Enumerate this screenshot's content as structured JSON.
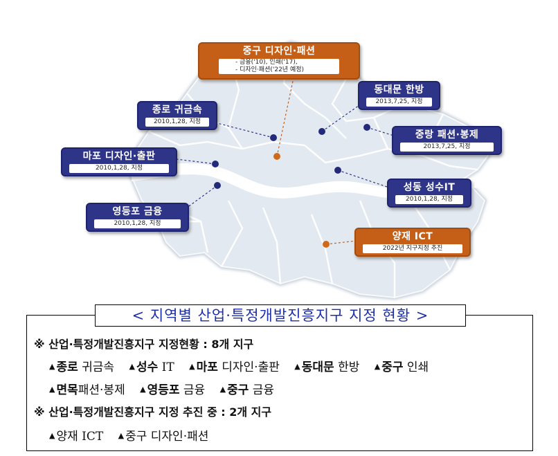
{
  "map_labels": [
    {
      "id": "junggu-design",
      "name": "중구 디자인·패션",
      "sub": [
        "- 금융('10), 인쇄('17),",
        "- 디자인·패션('22년 예정)"
      ],
      "color": "orange"
    },
    {
      "id": "jongno",
      "name": "종로 귀금속",
      "sub": [
        "2010,1,28, 지정"
      ],
      "color": "blue"
    },
    {
      "id": "dongdaemun",
      "name": "동대문 한방",
      "sub": [
        "2013,7,25, 지정"
      ],
      "color": "blue"
    },
    {
      "id": "jungnang",
      "name": "중랑 패션·봉제",
      "sub": [
        "2013,7,25, 지정"
      ],
      "color": "blue"
    },
    {
      "id": "mapo",
      "name": "마포 디자인·출판",
      "sub": [
        "2010,1,28, 지정"
      ],
      "color": "blue"
    },
    {
      "id": "seongdong",
      "name": "성동 성수IT",
      "sub": [
        "2010,1,28, 지정"
      ],
      "color": "blue"
    },
    {
      "id": "yeongdeungpo",
      "name": "영등포 금융",
      "sub": [
        "2010,1,28, 지정"
      ],
      "color": "blue"
    },
    {
      "id": "yangjae",
      "name": "양재 ICT",
      "sub": [
        "2022년 지구지정 추진"
      ],
      "color": "orange"
    }
  ],
  "colors": {
    "blue": "#2e3487",
    "orange": "#c55f18",
    "map_fill": "#dfe6ee",
    "river": "#ffffff",
    "title_text": "#1c2fa8"
  },
  "title": "< 지역별 산업·특정개발진흥지구 지정 현황 >",
  "designated": {
    "heading": "※ 산업·특정개발진흥지구 지정현황 : 8개 지구",
    "row1": [
      {
        "bold": "종로",
        "rest": " 귀금속"
      },
      {
        "bold": "성수",
        "rest": " IT"
      },
      {
        "bold": "마포",
        "rest": " 디자인·출판"
      },
      {
        "bold": "동대문",
        "rest": " 한방"
      },
      {
        "bold": "중구",
        "rest": " 인쇄"
      }
    ],
    "row2": [
      {
        "bold": "면목",
        "rest": "패션·봉제"
      },
      {
        "bold": "영등포",
        "rest": " 금융"
      },
      {
        "bold": "중구",
        "rest": " 금융"
      }
    ]
  },
  "planned": {
    "heading": "※ 산업·특정개발진흥지구 지정 추진 중 : 2개 지구",
    "row": [
      {
        "bold": "",
        "rest": "양재 ICT"
      },
      {
        "bold": "",
        "rest": "중구 디자인·패션"
      }
    ]
  },
  "bullet": "▲"
}
